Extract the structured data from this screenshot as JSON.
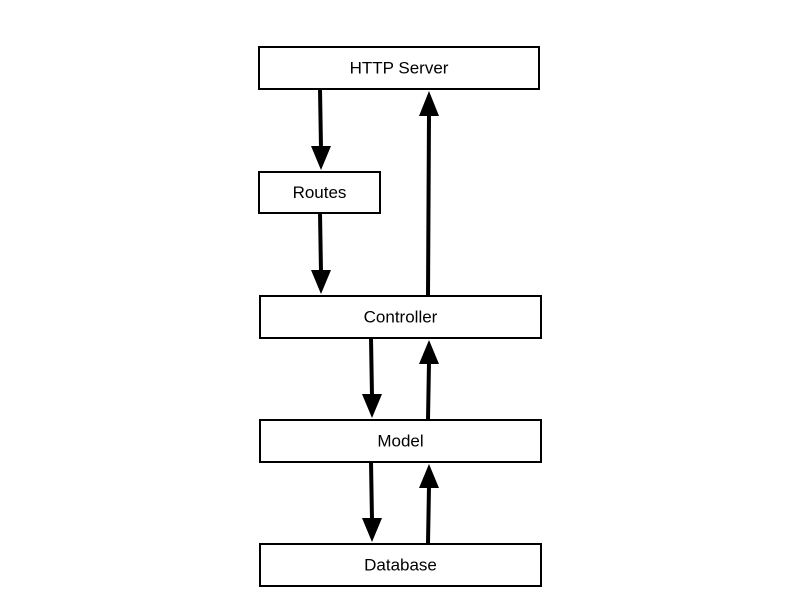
{
  "diagram": {
    "nodes": [
      {
        "id": "http-server",
        "label": "HTTP Server"
      },
      {
        "id": "routes",
        "label": "Routes"
      },
      {
        "id": "controller",
        "label": "Controller"
      },
      {
        "id": "model",
        "label": "Model"
      },
      {
        "id": "database",
        "label": "Database"
      }
    ],
    "edges": [
      {
        "from": "http-server",
        "to": "routes"
      },
      {
        "from": "routes",
        "to": "controller"
      },
      {
        "from": "controller",
        "to": "http-server"
      },
      {
        "from": "controller",
        "to": "model"
      },
      {
        "from": "model",
        "to": "controller"
      },
      {
        "from": "model",
        "to": "database"
      },
      {
        "from": "database",
        "to": "model"
      }
    ],
    "colors": {
      "stroke": "#000000",
      "fill": "#ffffff",
      "text": "#000000"
    }
  }
}
